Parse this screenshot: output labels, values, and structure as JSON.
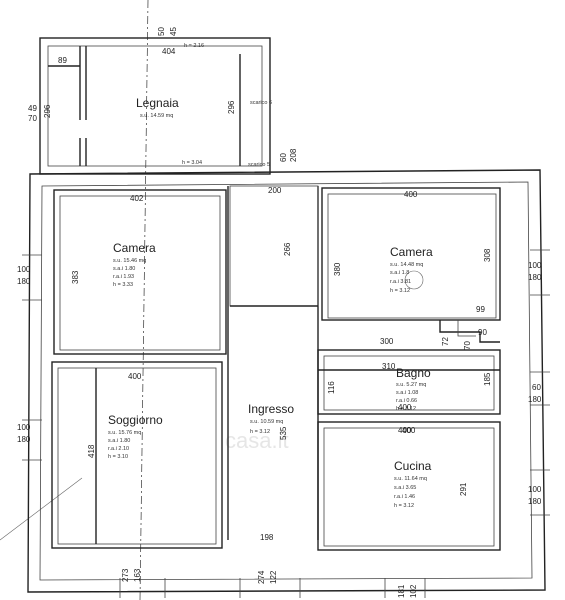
{
  "rooms": {
    "legnaia": {
      "name": "Legnaia",
      "su": "s.u. 14.59 mq",
      "h": "h = 3.04"
    },
    "camera_left": {
      "name": "Camera",
      "su": "s.u. 15.46 mq",
      "sai": "s.a.i 1.80",
      "rai": "r.a.i 1.93",
      "h": "h = 3.33"
    },
    "camera_right": {
      "name": "Camera",
      "su": "s.u. 14.48 mq",
      "sai": "s.a.i 1.8",
      "rai": "r.a.i 3.81",
      "h": "h = 3.12"
    },
    "bagno": {
      "name": "Bagno",
      "su": "s.u. 5.27 mq",
      "sai": "s.a.i 1.08",
      "rai": "r.a.i 0.66",
      "h": "h = 3.12"
    },
    "soggiorno": {
      "name": "Soggiorno",
      "su": "s.u. 15.76 mq",
      "sai": "s.a.i 1.80",
      "rai": "r.a.i 2.10",
      "h": "h = 3.10"
    },
    "ingresso": {
      "name": "Ingresso",
      "su": "s.u. 10.59 mq",
      "h": "h = 3.12"
    },
    "cucina": {
      "name": "Cucina",
      "su": "s.u. 11.64 mq",
      "sai": "s.a.i 3.65",
      "rai": "r.a.i 1.46",
      "h": "h = 3.12"
    }
  },
  "dimensions": {
    "d50": "50",
    "d45": "45",
    "d404": "404",
    "h216": "h = 2.16",
    "d89": "89",
    "d49": "49",
    "d70": "70",
    "d296a": "296",
    "d296b": "296",
    "scarico6": "scarico 6",
    "scarico5": "scarico 5",
    "d60": "60",
    "d208": "208",
    "d200": "200",
    "d266": "266",
    "d402": "402",
    "d383": "383",
    "d400a": "400",
    "d380": "380",
    "d308": "308",
    "d100a": "100",
    "d180a": "180",
    "d100b": "100",
    "d180b": "180",
    "d99": "99",
    "d90": "90",
    "d72": "72",
    "d70b": "70",
    "d300": "300",
    "d310": "310",
    "d116": "116",
    "d185": "185",
    "d400b": "400",
    "d400c": "400",
    "d60b": "60",
    "d180c": "180",
    "d100c": "100",
    "d180d": "180",
    "d400d": "400",
    "d418": "418",
    "d535": "535",
    "d400e": "400",
    "d291": "291",
    "d100d": "100",
    "d180e": "180",
    "d198": "198",
    "d273": "273",
    "d163": "163",
    "d274": "274",
    "d122": "122",
    "d181": "181",
    "d102": "102"
  },
  "watermark": "casa.it"
}
